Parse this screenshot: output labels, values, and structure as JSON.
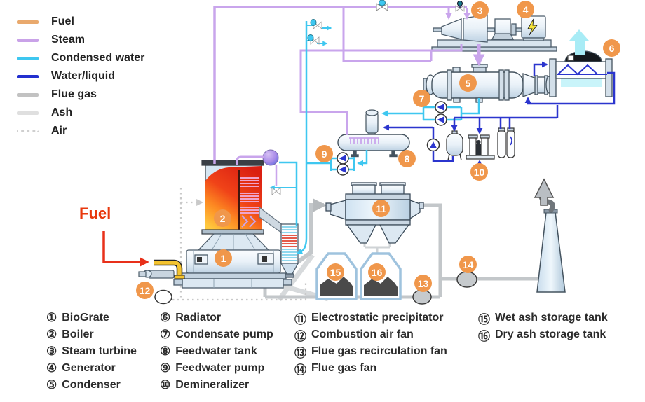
{
  "line_legend": {
    "items": [
      {
        "label": "Fuel",
        "color": "#E9A96D",
        "style": "solid"
      },
      {
        "label": "Steam",
        "color": "#C9A2E8",
        "style": "solid"
      },
      {
        "label": "Condensed water",
        "color": "#3EC7F0",
        "style": "solid"
      },
      {
        "label": "Water/liquid",
        "color": "#2330CF",
        "style": "solid"
      },
      {
        "label": "Flue gas",
        "color": "#C2C2C2",
        "style": "solid"
      },
      {
        "label": "Ash",
        "color": "#DFDFDF",
        "style": "solid"
      },
      {
        "label": "Air",
        "color": "#CFCFCF",
        "style": "dotted"
      }
    ]
  },
  "fuel_flow_label": "Fuel",
  "badge_color": "#F0974B",
  "badges": [
    {
      "label": "1"
    },
    {
      "label": "2"
    },
    {
      "label": "3"
    },
    {
      "label": "4"
    },
    {
      "label": "5"
    },
    {
      "label": "6"
    },
    {
      "label": "7"
    },
    {
      "label": "8"
    },
    {
      "label": "9"
    },
    {
      "label": "10"
    },
    {
      "label": "11"
    },
    {
      "label": "12"
    },
    {
      "label": "13"
    },
    {
      "label": "14"
    },
    {
      "label": "15"
    },
    {
      "label": "16"
    }
  ],
  "component_legend": {
    "columns": [
      [
        {
          "num": "①",
          "name": "BioGrate"
        },
        {
          "num": "②",
          "name": "Boiler"
        },
        {
          "num": "③",
          "name": "Steam turbine"
        },
        {
          "num": "④",
          "name": "Generator"
        },
        {
          "num": "⑤",
          "name": "Condenser"
        }
      ],
      [
        {
          "num": "⑥",
          "name": "Radiator"
        },
        {
          "num": "⑦",
          "name": "Condensate pump"
        },
        {
          "num": "⑧",
          "name": "Feedwater tank"
        },
        {
          "num": "⑨",
          "name": "Feedwater pump"
        },
        {
          "num": "⑩",
          "name": "Demineralizer"
        }
      ],
      [
        {
          "num": "⑪",
          "name": "Electrostatic precipitator"
        },
        {
          "num": "⑫",
          "name": "Combustion air fan"
        },
        {
          "num": "⑬",
          "name": "Flue gas recirculation fan"
        },
        {
          "num": "⑭",
          "name": "Flue gas fan"
        }
      ],
      [
        {
          "num": "⑮",
          "name": "Wet ash storage tank"
        },
        {
          "num": "⑯",
          "name": "Dry ash storage tank"
        }
      ]
    ]
  }
}
